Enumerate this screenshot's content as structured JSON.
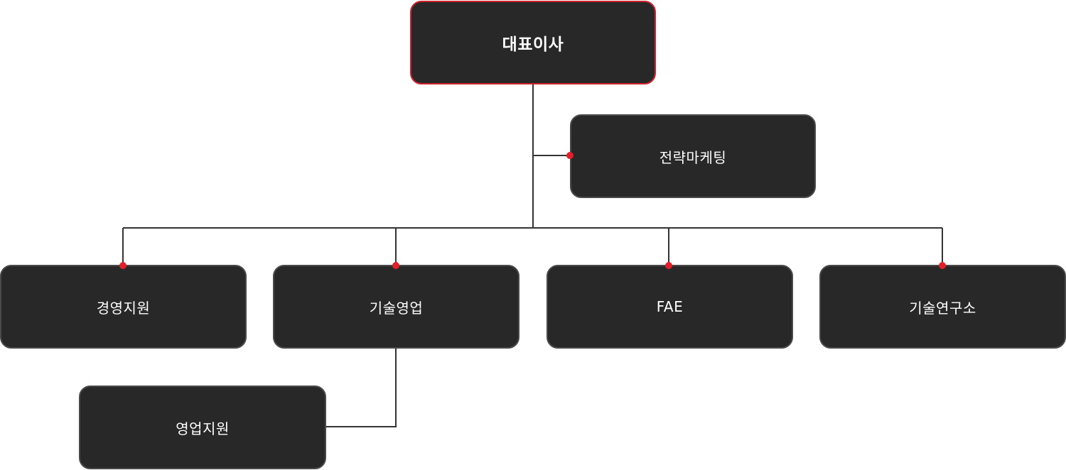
{
  "org_chart": {
    "root": {
      "label": "대표이사"
    },
    "staff": {
      "label": "전략마케팅"
    },
    "departments": [
      {
        "label": "경영지원"
      },
      {
        "label": "기술영업"
      },
      {
        "label": "FAE"
      },
      {
        "label": "기술연구소"
      }
    ],
    "sub_units": [
      {
        "label": "영업지원"
      }
    ]
  },
  "colors": {
    "box_fill": "#282828",
    "box_border": "#4a4a4a",
    "root_border": "#d0222c",
    "connector": "#333333",
    "dot": "#e0202a",
    "text": "#ffffff"
  }
}
